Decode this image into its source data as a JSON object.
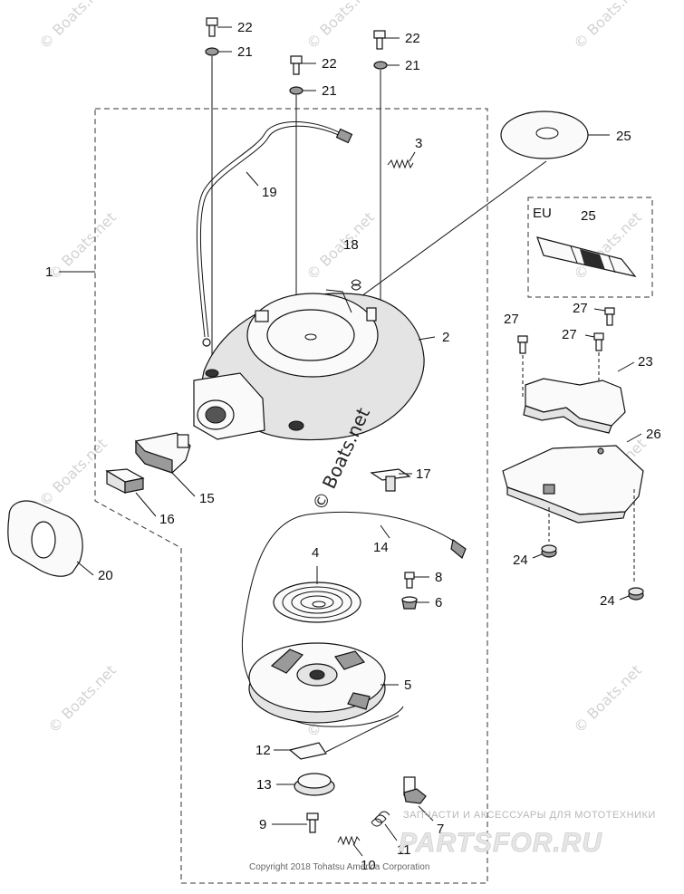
{
  "callouts": [
    {
      "id": "c22a",
      "label": "22"
    },
    {
      "id": "c21a",
      "label": "21"
    },
    {
      "id": "c22b",
      "label": "22"
    },
    {
      "id": "c21b",
      "label": "21"
    },
    {
      "id": "c22c",
      "label": "22"
    },
    {
      "id": "c21c",
      "label": "21"
    },
    {
      "id": "c25a",
      "label": "25"
    },
    {
      "id": "c25b",
      "label": "25"
    },
    {
      "id": "c3",
      "label": "3"
    },
    {
      "id": "c19",
      "label": "19"
    },
    {
      "id": "c18",
      "label": "18"
    },
    {
      "id": "c1",
      "label": "1"
    },
    {
      "id": "c2",
      "label": "2"
    },
    {
      "id": "c27a",
      "label": "27"
    },
    {
      "id": "c27b",
      "label": "27"
    },
    {
      "id": "c27c",
      "label": "27"
    },
    {
      "id": "c23",
      "label": "23"
    },
    {
      "id": "c26",
      "label": "26"
    },
    {
      "id": "c15",
      "label": "15"
    },
    {
      "id": "c16",
      "label": "16"
    },
    {
      "id": "c17",
      "label": "17"
    },
    {
      "id": "c14",
      "label": "14"
    },
    {
      "id": "c20",
      "label": "20"
    },
    {
      "id": "c24a",
      "label": "24"
    },
    {
      "id": "c24b",
      "label": "24"
    },
    {
      "id": "c4",
      "label": "4"
    },
    {
      "id": "c8",
      "label": "8"
    },
    {
      "id": "c6",
      "label": "6"
    },
    {
      "id": "c5",
      "label": "5"
    },
    {
      "id": "c12",
      "label": "12"
    },
    {
      "id": "c13",
      "label": "13"
    },
    {
      "id": "c7",
      "label": "7"
    },
    {
      "id": "c9",
      "label": "9"
    },
    {
      "id": "c11",
      "label": "11"
    },
    {
      "id": "c10",
      "label": "10"
    }
  ],
  "eu_box_label": "EU",
  "watermark_text": "© Boats.net",
  "copyright": "Copyright 2018 Tohatsu America Corporation",
  "promo_tagline": "ЗАПЧАСТИ И АКСЕССУАРЫ ДЛЯ МОТОТЕХНИКИ",
  "promo_logo": "PARTSFOR.RU",
  "colors": {
    "ink": "#111111",
    "watermark": "#d2d2d2",
    "label_stripe": "#2a2a2a"
  }
}
